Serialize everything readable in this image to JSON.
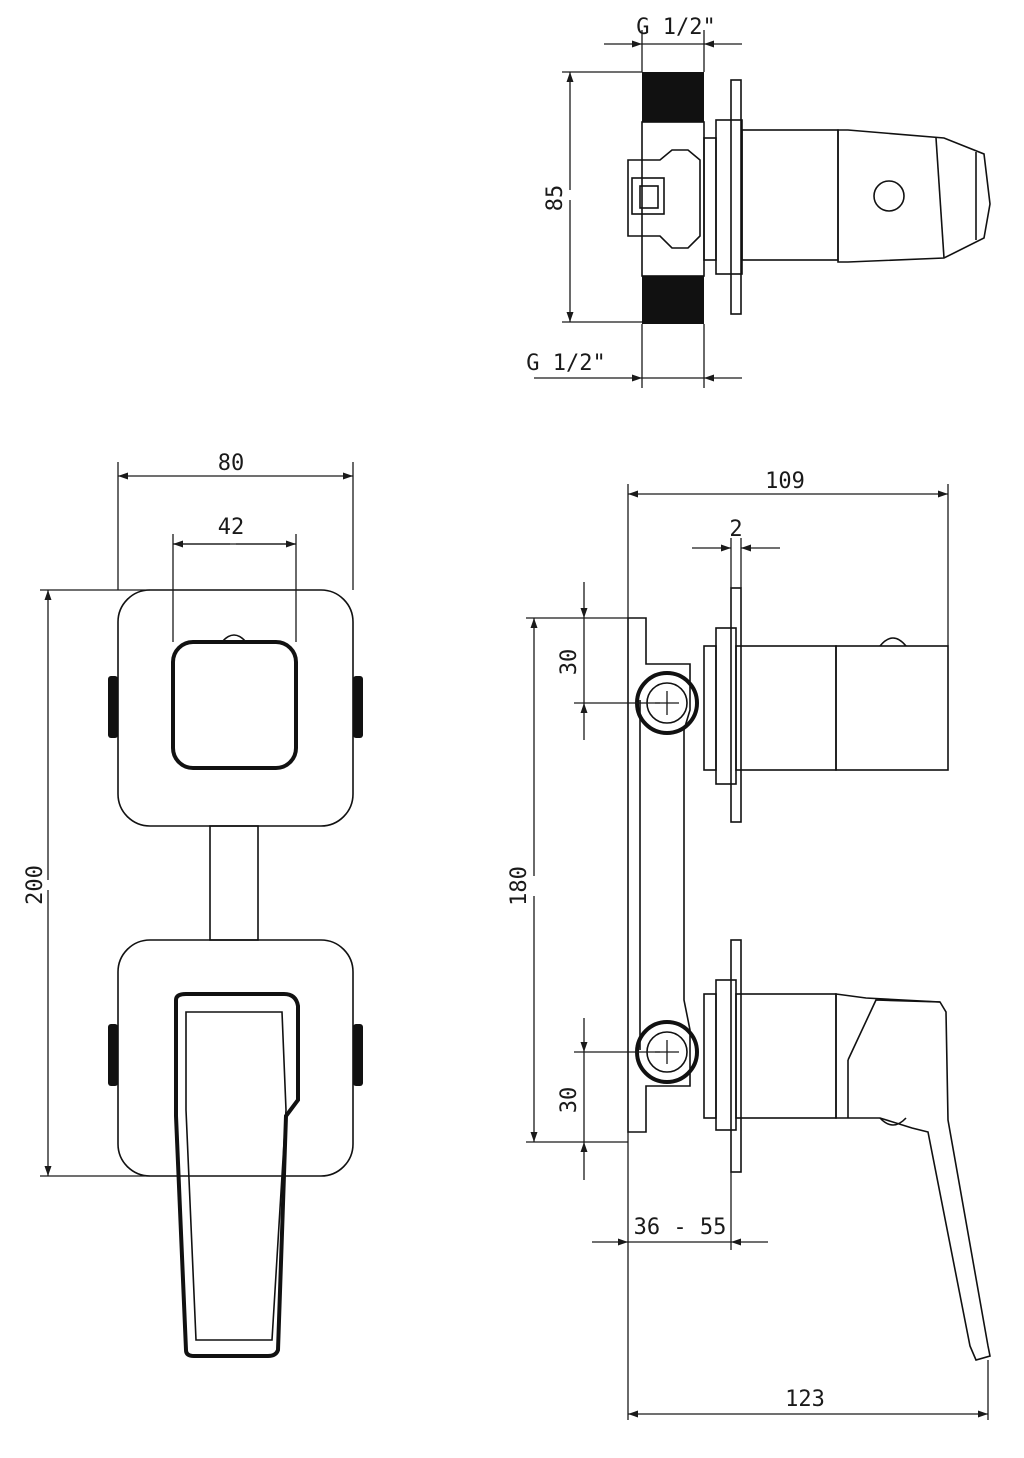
{
  "dimensions": {
    "thread_top": "G 1/2\"",
    "thread_bottom": "G 1/2\"",
    "height_side_top": "85",
    "width_front": "80",
    "inner_width_front": "42",
    "height_front": "200",
    "depth_total": "109",
    "plate_thickness": "2",
    "offset_top": "30",
    "center_distance": "180",
    "offset_bottom": "30",
    "installation_depth": "36 - 55",
    "lever_depth": "123"
  }
}
